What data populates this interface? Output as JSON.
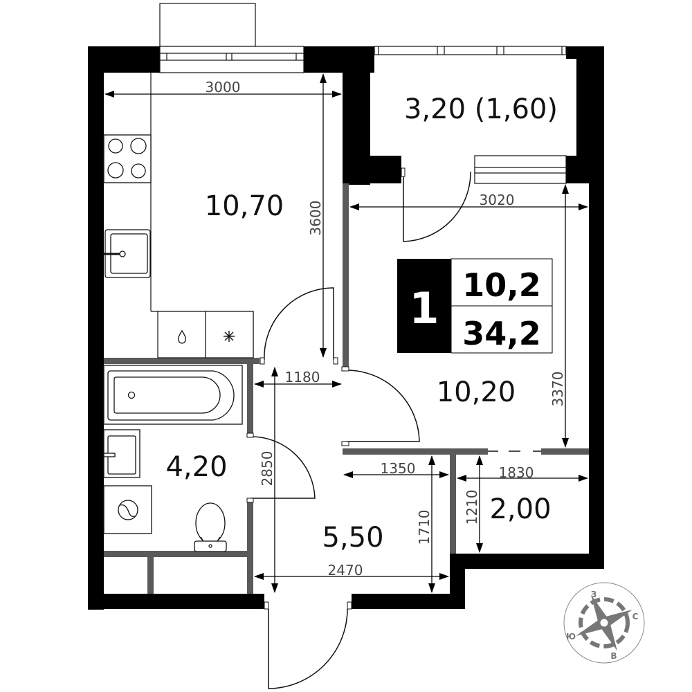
{
  "plan": {
    "rooms": [
      {
        "id": "kitchen",
        "area": "10,70"
      },
      {
        "id": "loggia",
        "area": "3,20 (1,60)"
      },
      {
        "id": "living-room",
        "area": "10,20"
      },
      {
        "id": "bathroom",
        "area": "4,20"
      },
      {
        "id": "hallway",
        "area": "5,50"
      },
      {
        "id": "storage",
        "area": "2,00"
      }
    ],
    "dimensions": {
      "kitchen_width": "3000",
      "kitchen_length": "3600",
      "living_width": "3020",
      "living_length": "3370",
      "corridor_width": "1180",
      "bathroom_length": "2850",
      "hall_upper_width": "1350",
      "hall_height": "1710",
      "storage_width": "1830",
      "storage_height": "1210",
      "hall_lower_width": "2470"
    },
    "summary": {
      "rooms_count": "1",
      "living_area": "10,2",
      "total_area": "34,2"
    },
    "compass": {
      "north": "С",
      "south": "Ю",
      "east": "В",
      "west": "З"
    }
  },
  "colors": {
    "wall_outer": "#000000",
    "wall_inner": "#5a5a5a",
    "line": "#111111",
    "compass": "#777777"
  }
}
